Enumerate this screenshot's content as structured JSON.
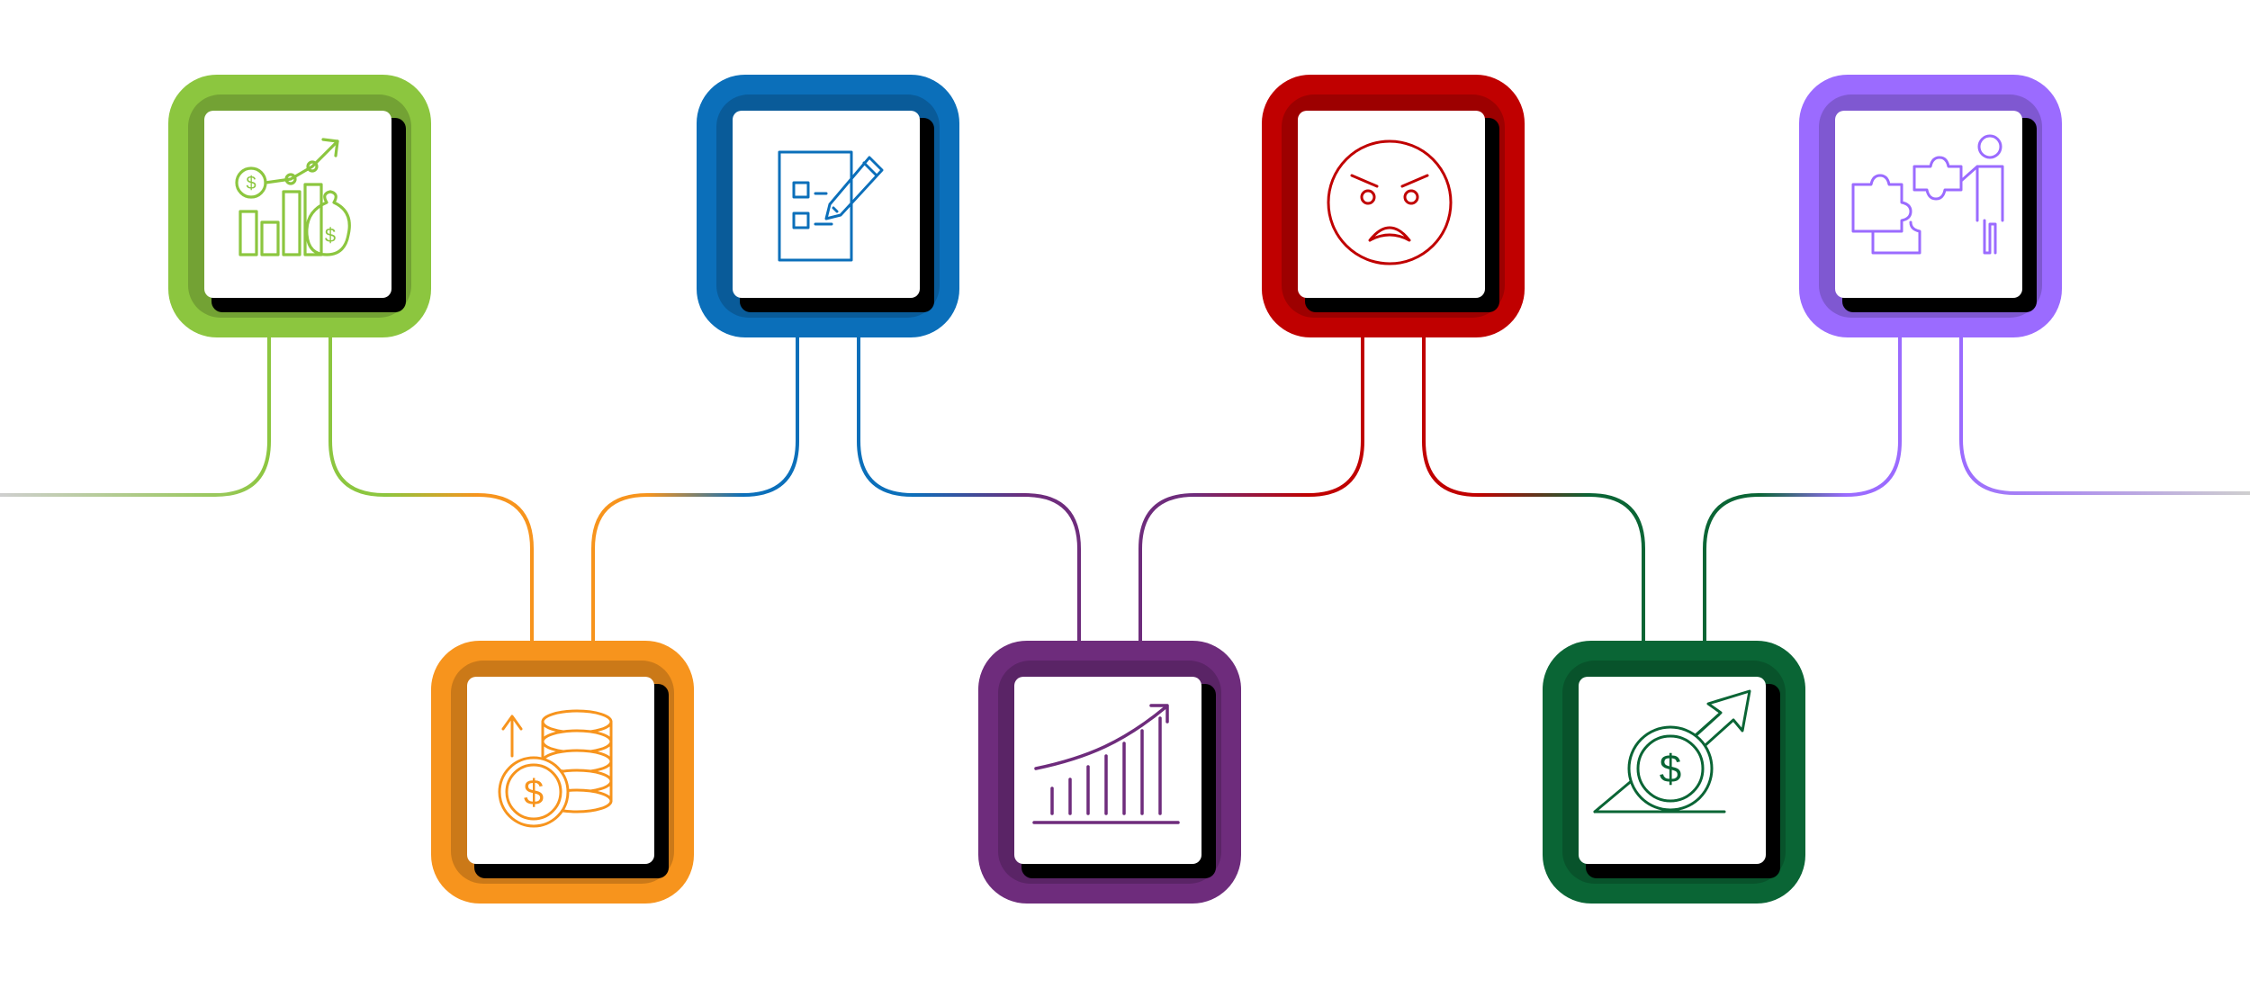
{
  "diagram": {
    "background": "#ffffff",
    "line_gray": "#cfcfcf",
    "nodes": [
      {
        "id": "growth-investment",
        "row": "top",
        "color": "#8cc63f",
        "icon": "investment-growth-icon"
      },
      {
        "id": "coin-stack",
        "row": "bottom",
        "color": "#f7941d",
        "icon": "coin-stack-icon"
      },
      {
        "id": "checklist",
        "row": "top",
        "color": "#0b6fba",
        "icon": "checklist-pencil-icon"
      },
      {
        "id": "growth-chart",
        "row": "bottom",
        "color": "#6e2c7c",
        "icon": "growth-chart-icon"
      },
      {
        "id": "angry-face",
        "row": "top",
        "color": "#c00000",
        "icon": "angry-face-icon"
      },
      {
        "id": "dollar-growth",
        "row": "bottom",
        "color": "#0a6535",
        "icon": "dollar-arrow-icon"
      },
      {
        "id": "puzzle-person",
        "row": "top",
        "color": "#9b6bff",
        "icon": "puzzle-person-icon"
      }
    ]
  }
}
